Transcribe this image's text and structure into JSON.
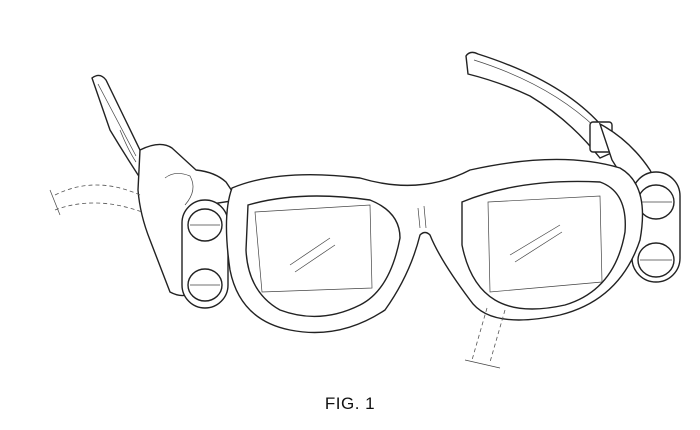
{
  "figure": {
    "caption": "FIG. 1",
    "subject": "head-mounted display glasses, perspective view",
    "style": "patent line drawing",
    "colors": {
      "line": "#222222",
      "background": "#ffffff"
    }
  }
}
